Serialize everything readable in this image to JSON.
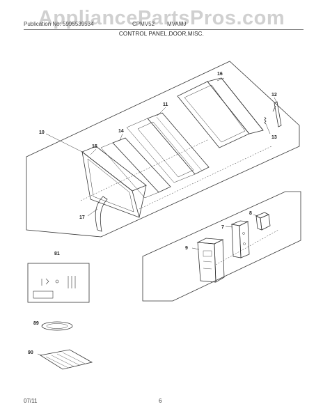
{
  "header": {
    "watermark": "AppliancePartsPros.com",
    "publication_label": "Publication No: 5995539534",
    "model_label": "CPMV52",
    "model_suffix": "MVAMJ",
    "section_title": "CONTROL PANEL,DOOR,MISC."
  },
  "callouts": {
    "c7": "7",
    "c8": "8",
    "c9": "9",
    "c10": "10",
    "c11": "11",
    "c12": "12",
    "c13": "13",
    "c14": "14",
    "c15": "15",
    "c16": "16",
    "c17": "17",
    "c81": "81",
    "c89": "89",
    "c90": "90"
  },
  "footer": {
    "date": "07/11",
    "page": "6"
  }
}
